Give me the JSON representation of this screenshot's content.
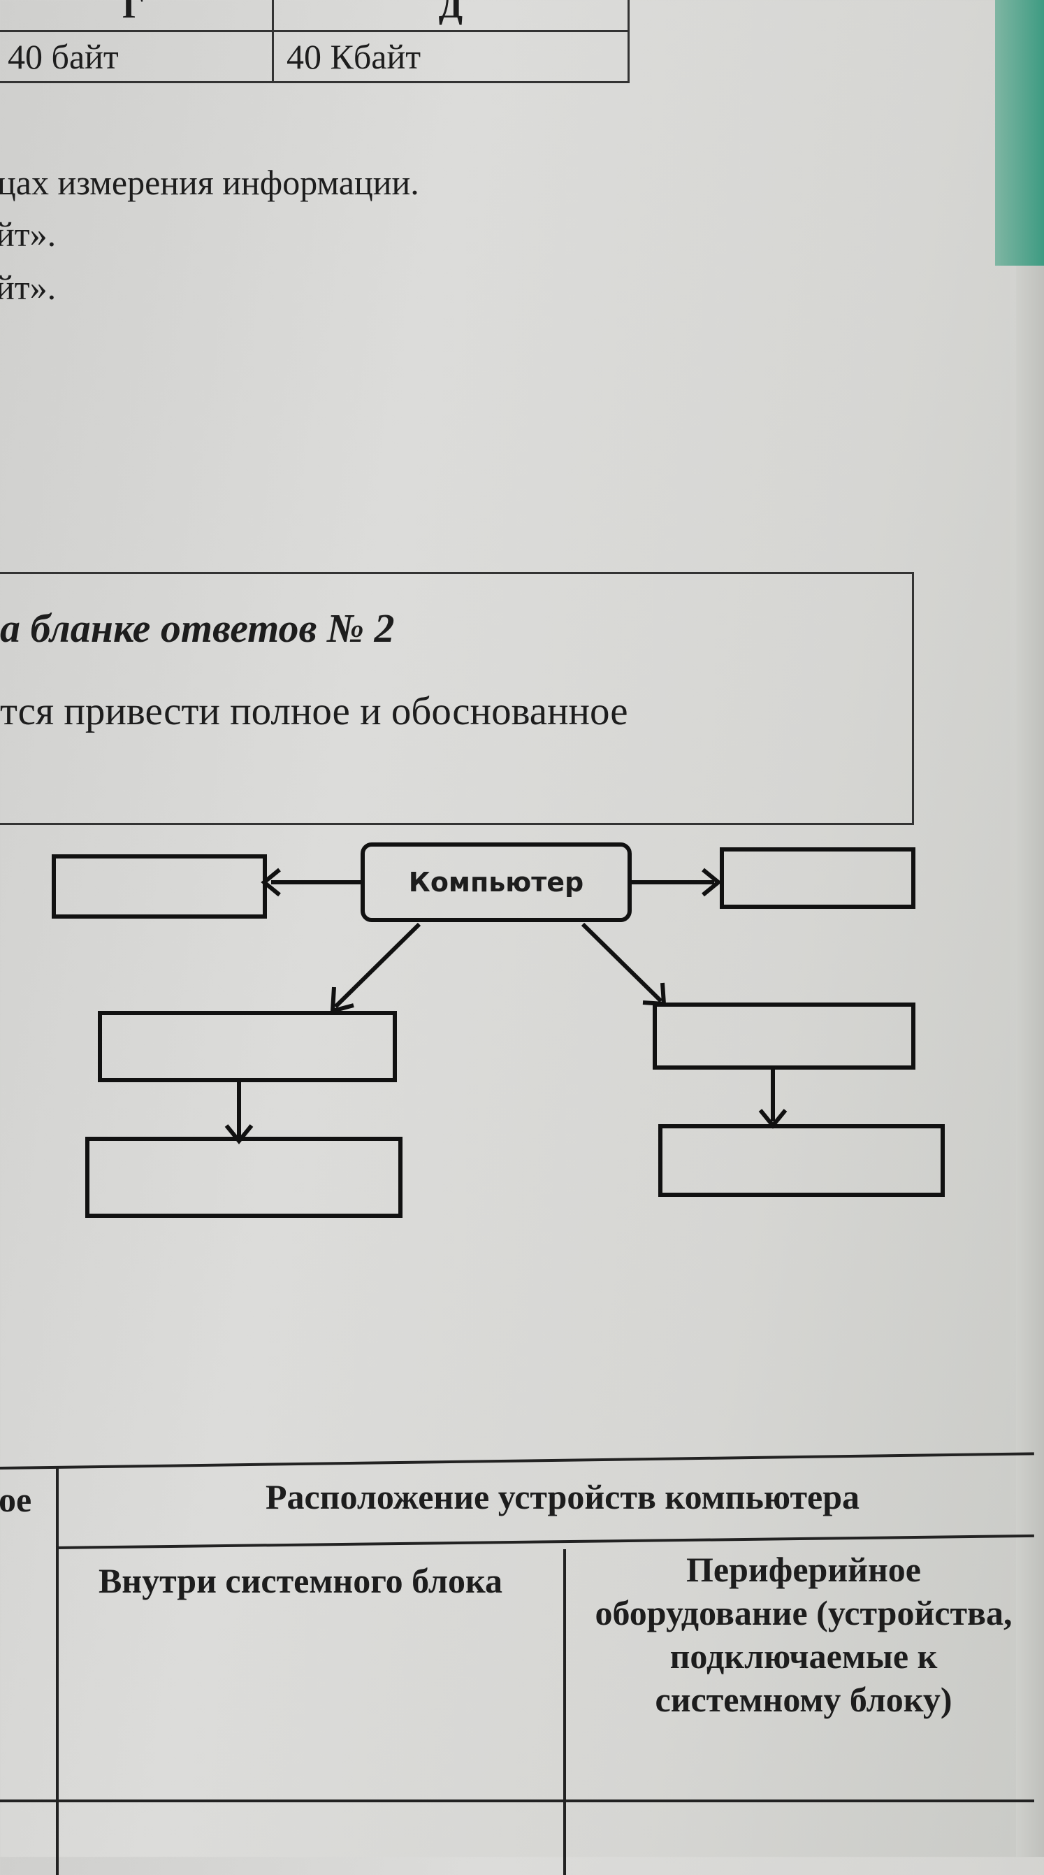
{
  "top_table": {
    "headers": [
      "Г",
      "Д"
    ],
    "values": [
      "40 байт",
      "40 Кбайт"
    ]
  },
  "text_lines": [
    "цах измерения информации.",
    "йт».",
    "йт»."
  ],
  "task": {
    "title": "а бланке ответов № 2",
    "text": "тся привести полное и обоснованное"
  },
  "diagram": {
    "center_label": "Компьютер",
    "empty_boxes": 6
  },
  "bottom_table": {
    "left_fragment": "ое",
    "header": "Расположение устройств компьютера",
    "col1": "Внутри системного блока",
    "col2": "Периферийное оборудование (устройства, подключаемые к системному блоку)"
  }
}
